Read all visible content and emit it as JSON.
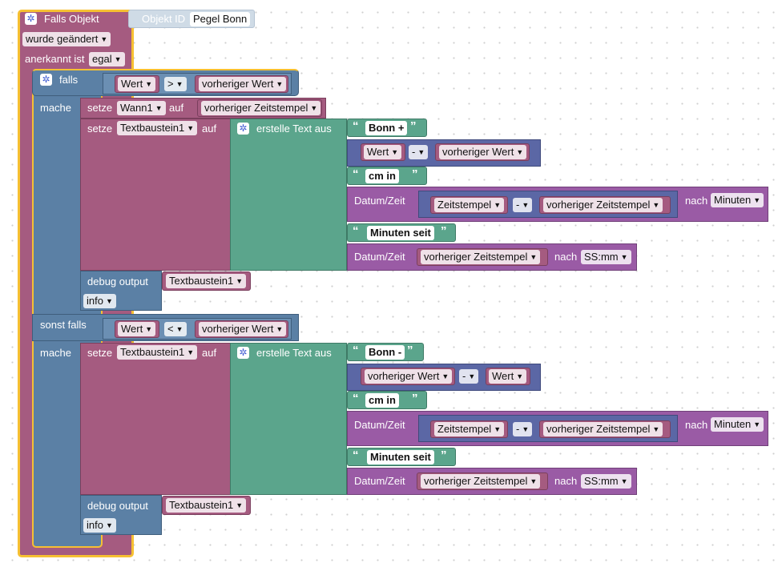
{
  "trigger": {
    "title": "Falls Objekt",
    "object_id_label": "Objekt ID",
    "object_id_value": "Pegel Bonn",
    "changed": "wurde geändert",
    "ack_label": "anerkannt ist",
    "ack_value": "egal"
  },
  "if_block": {
    "falls": "falls",
    "mache": "mache",
    "sonst_falls": "sonst falls"
  },
  "cond1": {
    "left": "Wert",
    "op": ">",
    "right": "vorheriger Wert"
  },
  "cond2": {
    "left": "Wert",
    "op": "<",
    "right": "vorheriger Wert"
  },
  "labels": {
    "setze": "setze",
    "auf": "auf",
    "create_text": "erstelle Text aus",
    "datetime": "Datum/Zeit",
    "nach": "nach",
    "debug": "debug output",
    "minus": "-"
  },
  "vars": {
    "wann": "Wann1",
    "text": "Textbaustein1",
    "prev_time": "vorheriger Zeitstempel",
    "time": "Zeitstempel",
    "value": "Wert",
    "prev_value": "vorheriger Wert"
  },
  "texts": {
    "bonn_plus": "Bonn +",
    "bonn_minus": "Bonn -",
    "cm_in": "cm  in",
    "minuten_seit": "Minuten seit"
  },
  "options": {
    "minuten": "Minuten",
    "format": "SS:mm",
    "level": "info"
  },
  "colors": {
    "trigger": "#a55b80",
    "logic": "#5b80a5",
    "variable": "#a55b80",
    "text": "#5ba58c",
    "math": "#5b67a5",
    "time": "#9a5ba5",
    "highlight": "#f6c032"
  }
}
